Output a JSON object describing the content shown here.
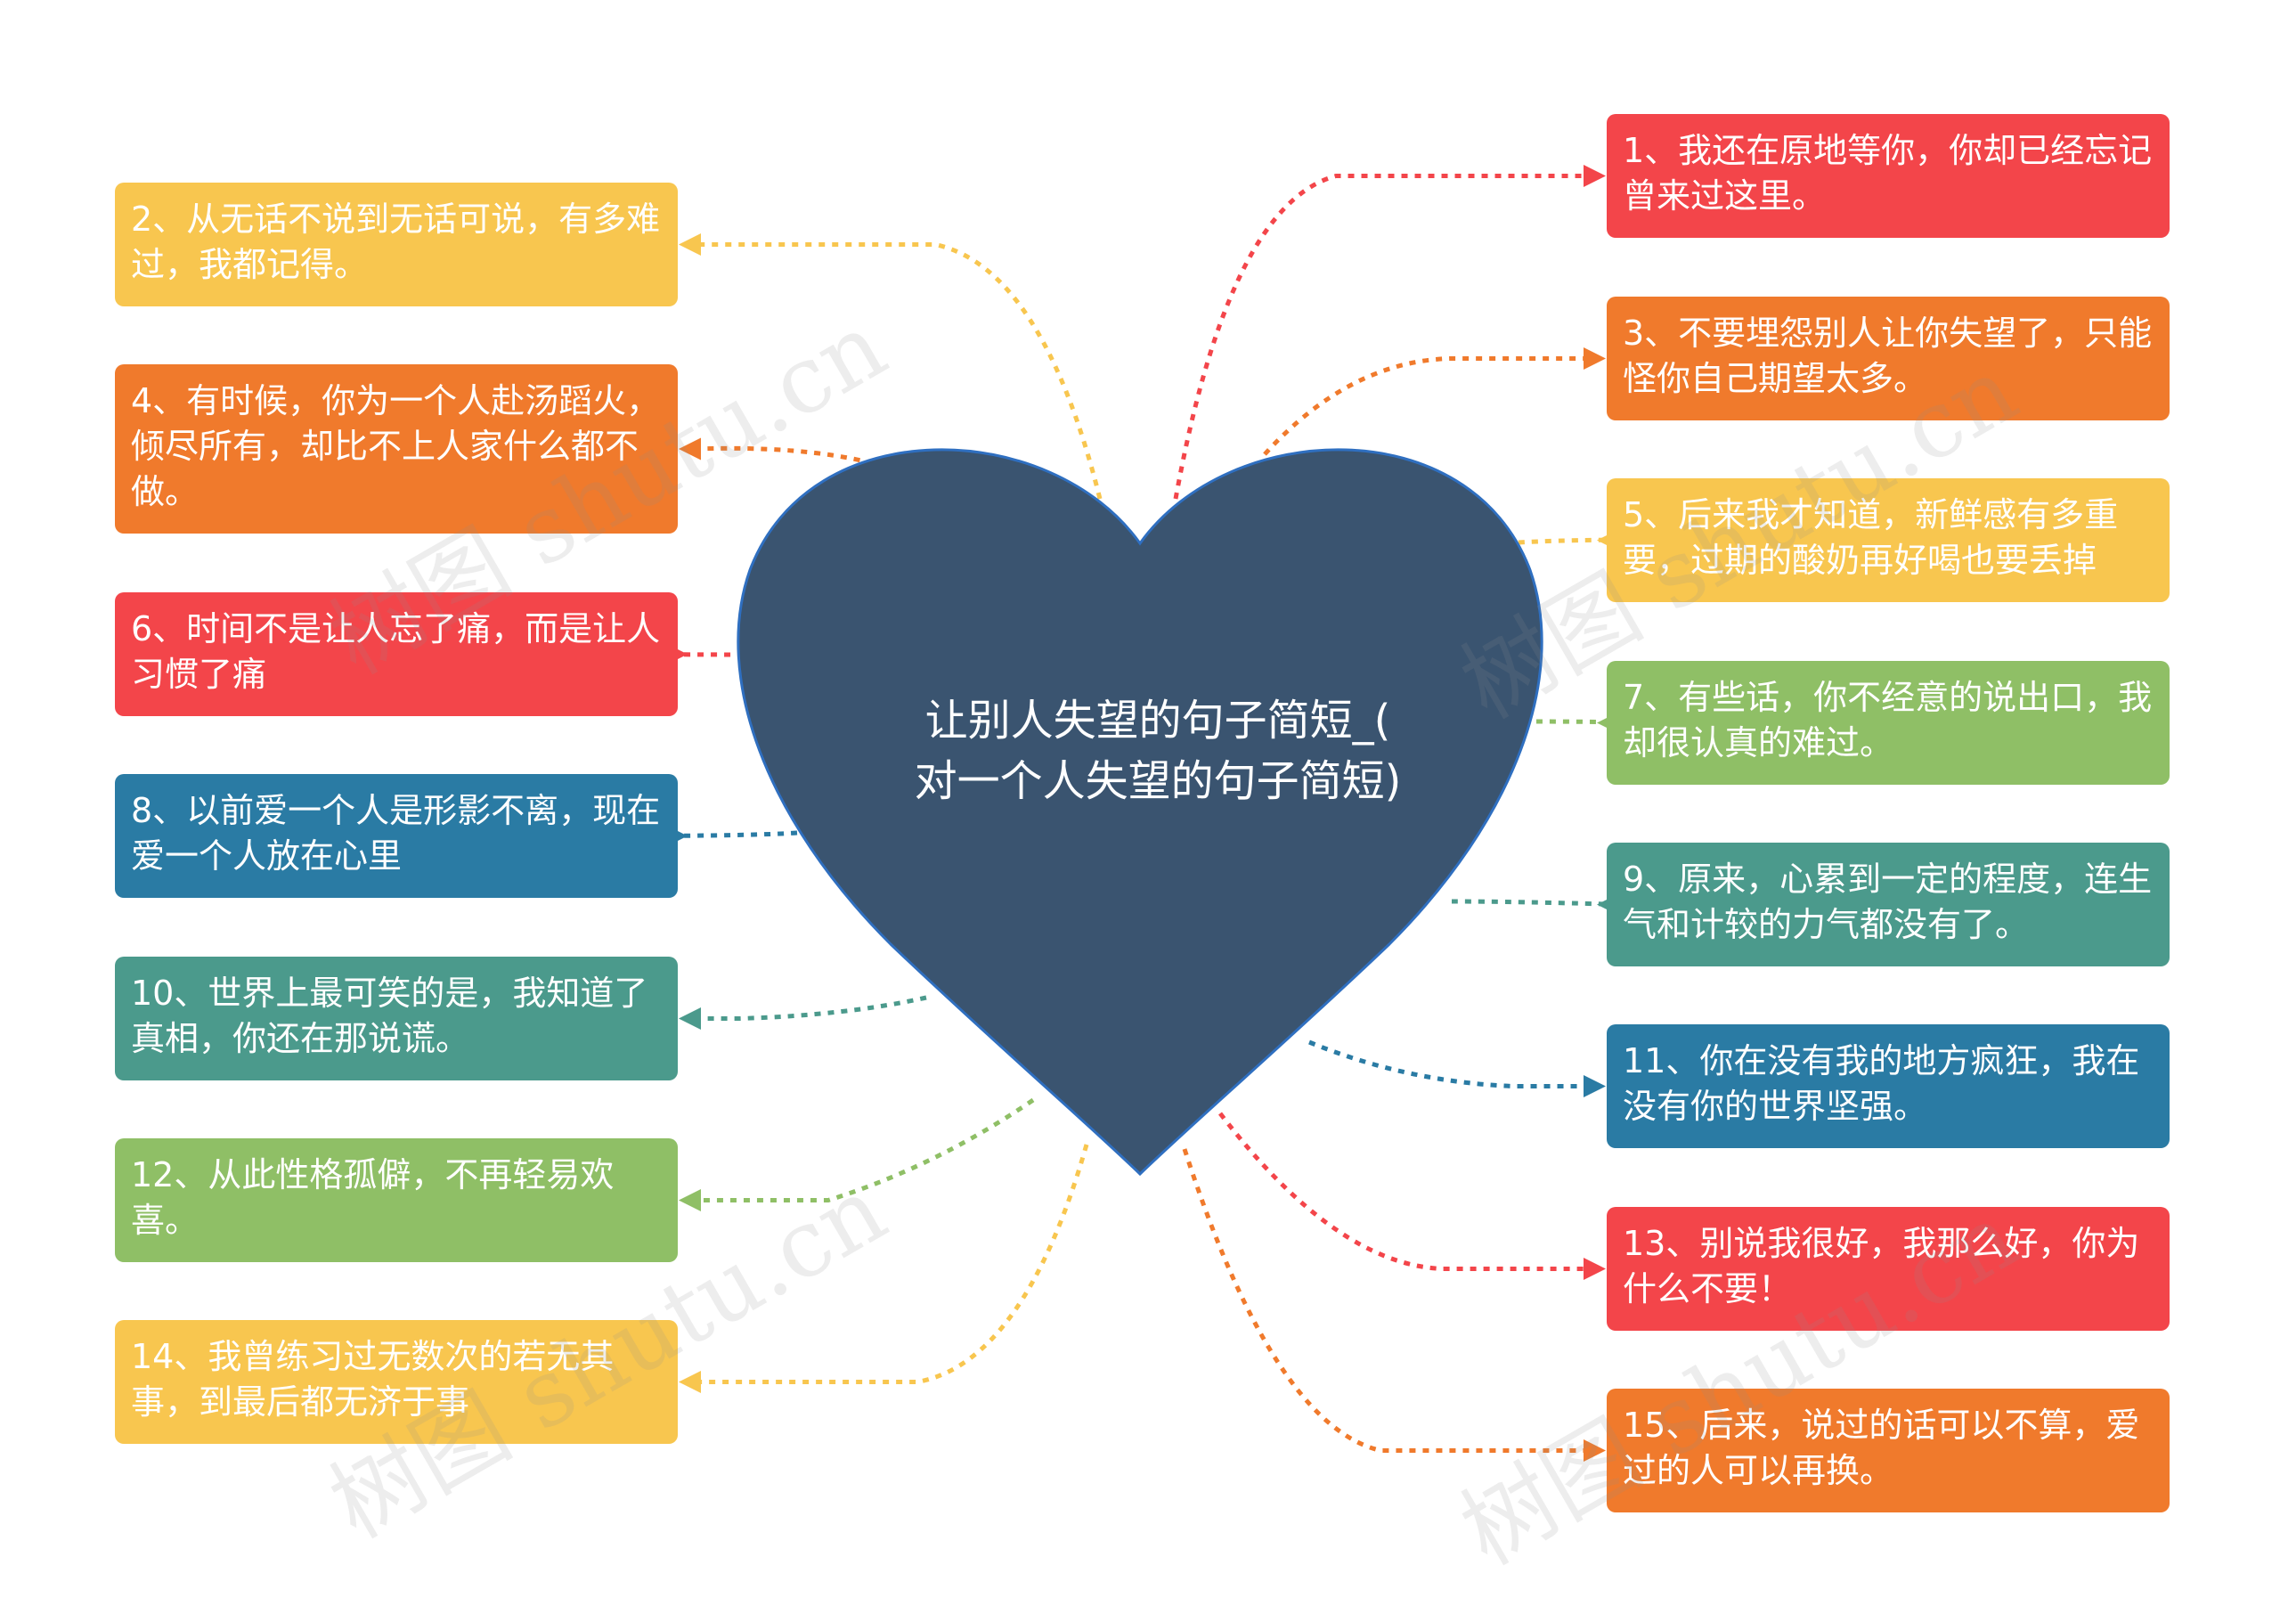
{
  "center": {
    "title_line1": "让别人失望的句子简短_(",
    "title_line2": "对一个人失望的句子简短)",
    "fill": "#3a5470",
    "stroke": "#2f6fc0"
  },
  "watermark": "树图 shutu.cn",
  "colors": {
    "red": "#f3454a",
    "orange": "#f07a2c",
    "yellow": "#f8c64f",
    "green": "#8fbf66",
    "teal": "#4b9a8c",
    "blue": "#2a7ba4"
  },
  "nodes": [
    {
      "id": "n1",
      "text": "1、我还在原地等你，你却已经忘记曾来过这里。",
      "color": "#f3454a"
    },
    {
      "id": "n2",
      "text": "2、从无话不说到无话可说，有多难过，我都记得。",
      "color": "#f8c64f"
    },
    {
      "id": "n3",
      "text": "3、不要埋怨别人让你失望了，只能怪你自己期望太多。",
      "color": "#f07a2c"
    },
    {
      "id": "n4",
      "text": "4、有时候，你为一个人赴汤蹈火，倾尽所有，却比不上人家什么都不做。",
      "color": "#f07a2c"
    },
    {
      "id": "n5",
      "text": "5、后来我才知道，新鲜感有多重要，过期的酸奶再好喝也要丢掉",
      "color": "#f8c64f"
    },
    {
      "id": "n6",
      "text": "6、时间不是让人忘了痛，而是让人习惯了痛",
      "color": "#f3454a"
    },
    {
      "id": "n7",
      "text": "7、有些话，你不经意的说出口，我却很认真的难过。",
      "color": "#8fbf66"
    },
    {
      "id": "n8",
      "text": "8、以前爱一个人是形影不离，现在爱一个人放在心里",
      "color": "#2a7ba4"
    },
    {
      "id": "n9",
      "text": "9、原来，心累到一定的程度，连生气和计较的力气都没有了。",
      "color": "#4b9a8c"
    },
    {
      "id": "n10",
      "text": "10、世界上最可笑的是，我知道了真相，你还在那说谎。",
      "color": "#4b9a8c"
    },
    {
      "id": "n11",
      "text": "11、你在没有我的地方疯狂，我在没有你的世界坚强。",
      "color": "#2a7ba4"
    },
    {
      "id": "n12",
      "text": "12、从此性格孤僻，不再轻易欢喜。",
      "color": "#8fbf66"
    },
    {
      "id": "n13",
      "text": "13、别说我很好，我那么好，你为什么不要！",
      "color": "#f3454a"
    },
    {
      "id": "n14",
      "text": "14、我曾练习过无数次的若无其事，到最后都无济于事",
      "color": "#f8c64f"
    },
    {
      "id": "n15",
      "text": "15、后来，说过的话可以不算，爱过的人可以再换。",
      "color": "#f07a2c"
    }
  ]
}
